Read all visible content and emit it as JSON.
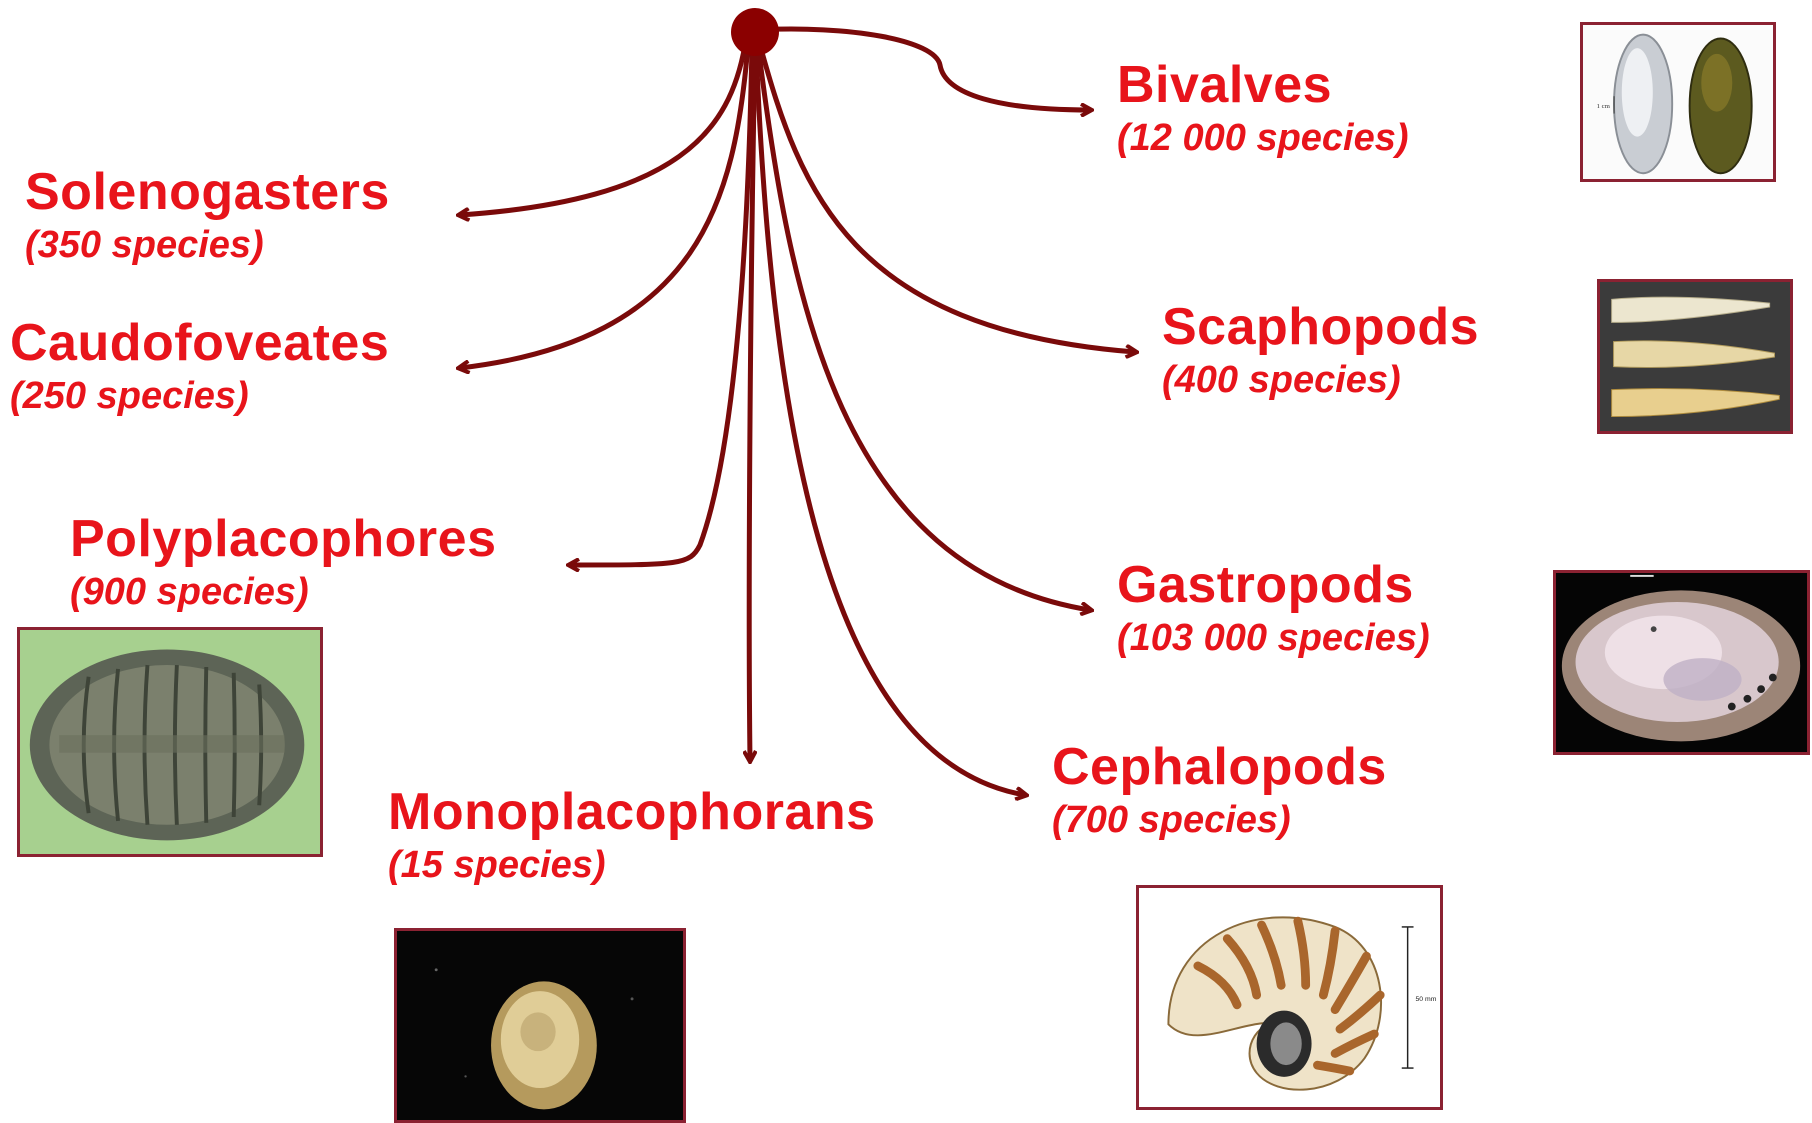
{
  "colors": {
    "text": "#e8141b",
    "arrow": "#7a0a0a",
    "root_node": "#8b0000",
    "photo_frame": "#8b2232"
  },
  "groups": [
    {
      "id": "solenogasters",
      "name": "Solenogasters",
      "count": "(350 species)",
      "icon": "worm-like-mollusc"
    },
    {
      "id": "caudofoveates",
      "name": "Caudofoveates",
      "count": "(250 species)",
      "icon": "worm-like-mollusc"
    },
    {
      "id": "polyplacophores",
      "name": "Polyplacophores",
      "count": "(900 species)",
      "icon": "chiton-photo"
    },
    {
      "id": "monoplacophorans",
      "name": "Monoplacophorans",
      "count": "(15 species)",
      "icon": "monoplacophoran-photo"
    },
    {
      "id": "bivalves",
      "name": "Bivalves",
      "count": "(12 000 species)",
      "icon": "mussel-shell-photo"
    },
    {
      "id": "scaphopods",
      "name": "Scaphopods",
      "count": "(400 species)",
      "icon": "tusk-shell-photo"
    },
    {
      "id": "gastropods",
      "name": "Gastropods",
      "count": "(103 000 species)",
      "icon": "abalone-shell-photo"
    },
    {
      "id": "cephalopods",
      "name": "Cephalopods",
      "count": "(700 species)",
      "icon": "nautilus-shell-photo"
    }
  ],
  "photo_annotations": {
    "bivalve_scale": "1 cm",
    "nautilus_scale": "50 mm"
  }
}
